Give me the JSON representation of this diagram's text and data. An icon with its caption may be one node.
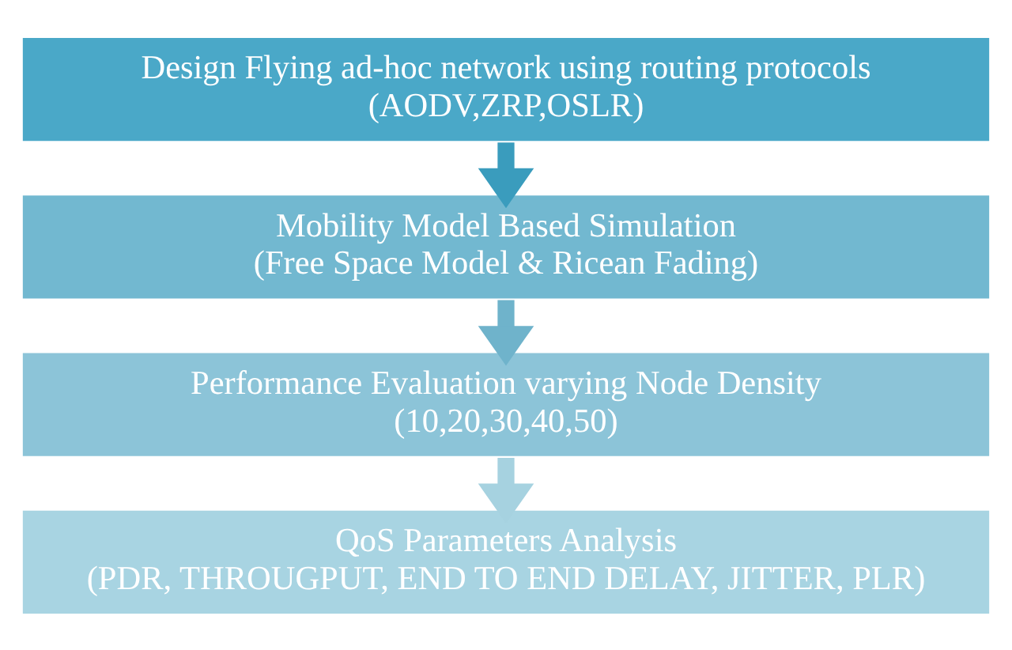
{
  "diagram": {
    "nodes": [
      {
        "text": [
          "Design Flying ad-hoc network using routing protocols",
          "(AODV,ZRP,OSLR)"
        ]
      },
      {
        "text": [
          "Mobility Model Based Simulation",
          "(Free Space Model & Ricean Fading)"
        ]
      },
      {
        "text": [
          "Performance Evaluation varying Node Density",
          "(10,20,30,40,50)"
        ]
      },
      {
        "text": [
          "QoS Parameters Analysis",
          "(PDR, THROUGPUT, END TO END DELAY, JITTER, PLR)"
        ]
      }
    ],
    "edges": [
      {
        "from": 0,
        "to": 1,
        "arrow": "to",
        "color": "#3a9cbd"
      },
      {
        "from": 1,
        "to": 2,
        "arrow": "to",
        "color": "#6fb3cb"
      },
      {
        "from": 2,
        "to": 3,
        "arrow": "to",
        "color": "#a6d2e0"
      }
    ]
  }
}
